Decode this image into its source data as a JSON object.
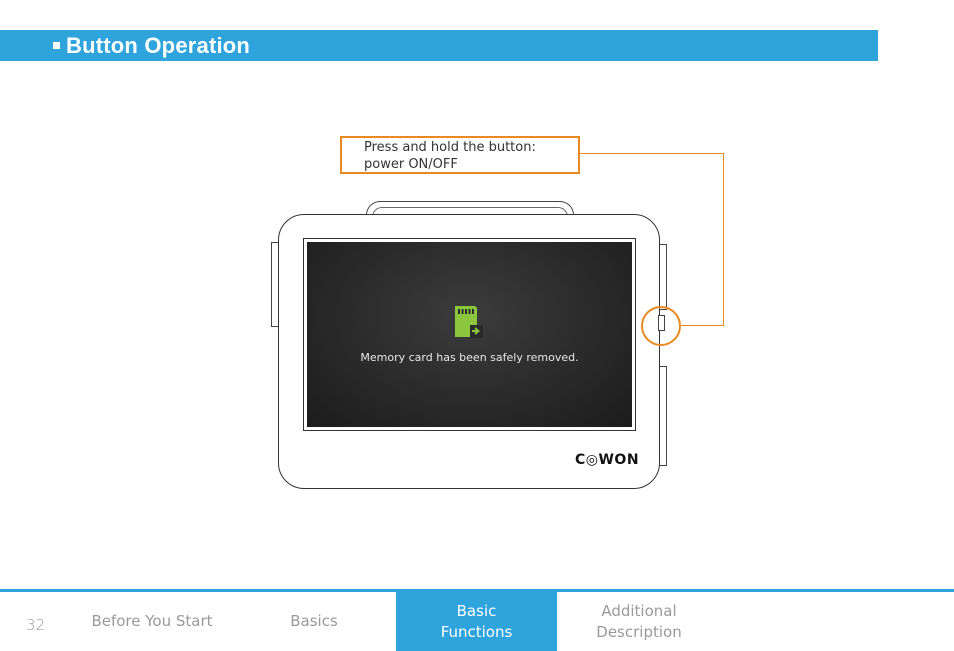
{
  "header": {
    "title": "Button Operation"
  },
  "callout": {
    "line1": "Press and hold the button:",
    "line2": "power ON/OFF"
  },
  "device": {
    "screen_message": "Memory card has been safely removed.",
    "brand": "C◎WON"
  },
  "footer": {
    "page_number": "32",
    "tabs": [
      {
        "line1": "Before You Start",
        "line2": ""
      },
      {
        "line1": "Basics",
        "line2": ""
      },
      {
        "line1": "Basic",
        "line2": "Functions"
      },
      {
        "line1": "Additional",
        "line2": "Description"
      }
    ],
    "active_tab": "Basic Functions"
  },
  "colors": {
    "accent": "#2ea3dc",
    "callout": "#e88a20",
    "sd_icon": "#8cc63f"
  },
  "icons": {
    "screen": "sd-card-eject-icon"
  }
}
